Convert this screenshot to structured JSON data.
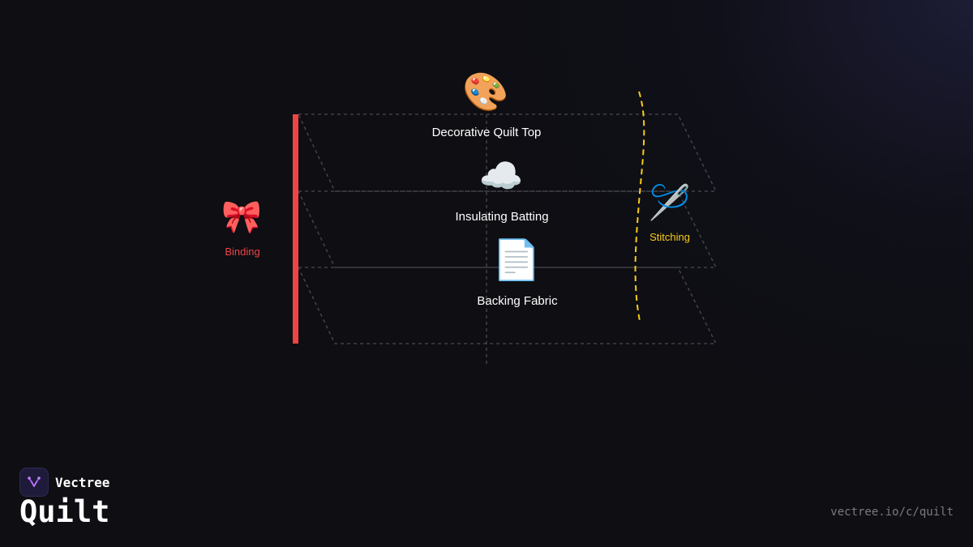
{
  "layers": [
    {
      "label": "Decorative Quilt Top",
      "icon": "palette-icon",
      "glyph": "🎨"
    },
    {
      "label": "Insulating Batting",
      "icon": "cloud-icon",
      "glyph": "☁️"
    },
    {
      "label": "Backing Fabric",
      "icon": "page-icon",
      "glyph": "📄"
    }
  ],
  "binding": {
    "label": "Binding",
    "icon": "ribbon-icon",
    "glyph": "🎀",
    "color": "#ef4444"
  },
  "stitching": {
    "label": "Stitching",
    "icon": "needle-icon",
    "glyph": "🪡",
    "color": "#facc15"
  },
  "brand": {
    "name": "Vectree",
    "title": "Quilt",
    "url": "vectree.io/c/quilt"
  },
  "colors": {
    "background": "#0e0e13",
    "grid": "#4a4a50",
    "text": "#ffffff"
  }
}
